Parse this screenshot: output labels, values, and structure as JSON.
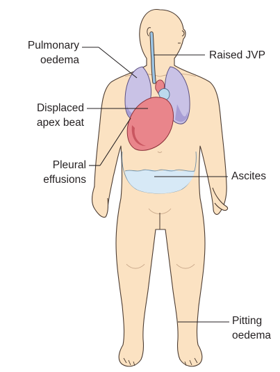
{
  "labels": {
    "pulmonary_oedema": [
      "Pulmonary",
      "oedema"
    ],
    "raised_jvp": "Raised JVP",
    "displaced_apex_beat": [
      "Displaced",
      "apex beat"
    ],
    "pleural_effusions": [
      "Pleural",
      "effusions"
    ],
    "ascites": "Ascites",
    "pitting_oedema": [
      "Pitting",
      "oedema"
    ]
  },
  "colors": {
    "skin": "#fbe2c2",
    "skin_outline": "#4a3a30",
    "lung": "#c9c2e6",
    "lung_shade": "#a79dd4",
    "heart": "#e9858b",
    "heart_shade": "#c95660",
    "vessel_blue": "#bcd9ee",
    "jvp": "#9dc6e6",
    "ascites_fluid": "#d7e9f6",
    "leader_line": "#231f20"
  }
}
